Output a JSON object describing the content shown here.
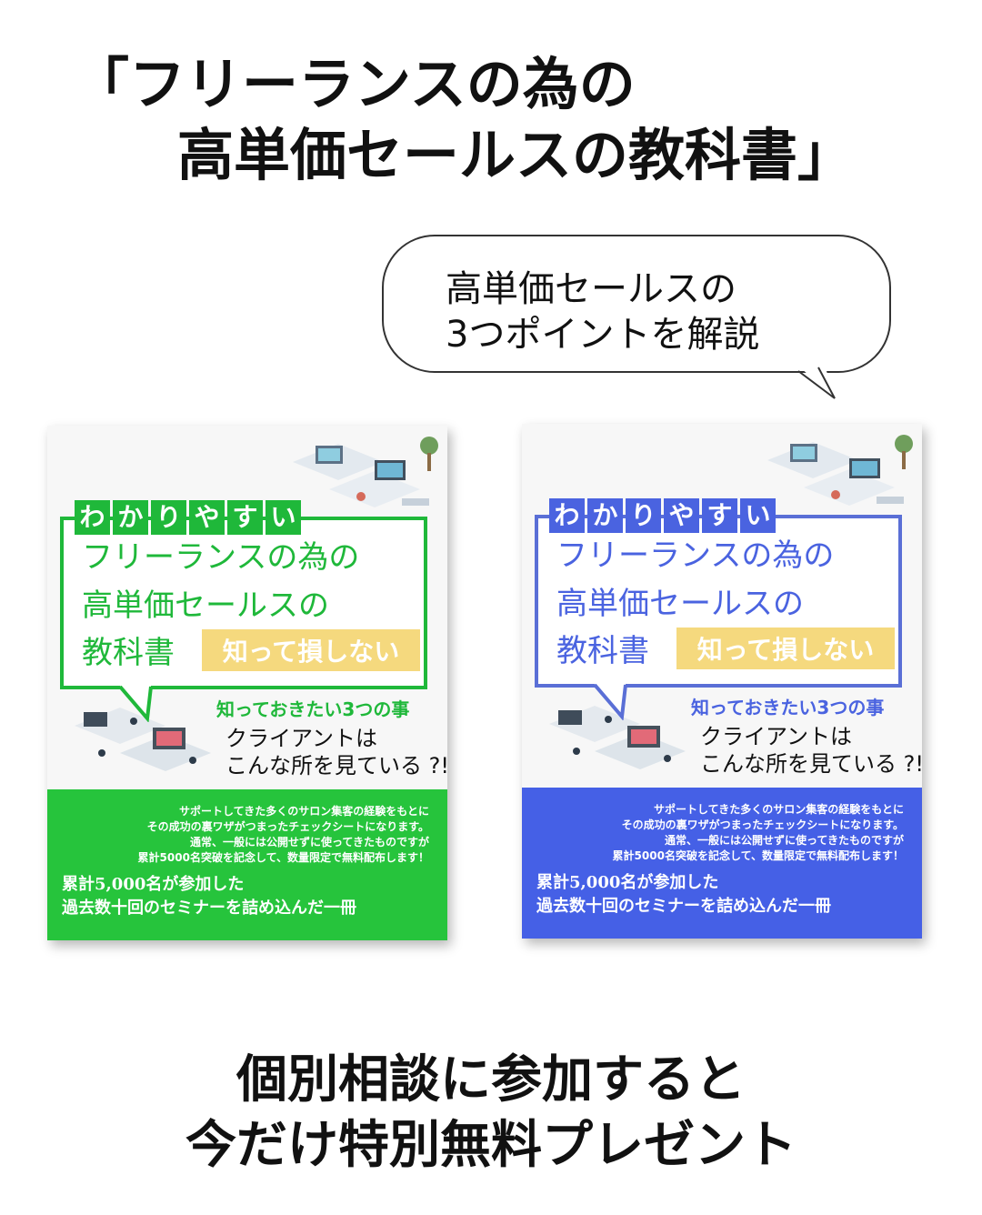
{
  "headline": {
    "line1": "「フリーランスの為の",
    "line2": "高単価セールスの教科書」"
  },
  "bubble": {
    "line1": "高単価セールスの",
    "line2": "3つポイントを解説"
  },
  "book_cover": {
    "badge_chars": [
      "わ",
      "か",
      "り",
      "や",
      "す",
      "い"
    ],
    "title_line1": "フリーランスの為の",
    "title_line2": "高単価セールスの",
    "title_line3": "教科書",
    "tag": "知って損しない",
    "points": "知っておきたい3つの事",
    "client_line1": "クライアントは",
    "client_line2": "こんな所を見ている ?!",
    "desc_lines": [
      "サポートしてきた多くのサロン集客の経験をもとに",
      "その成功の裏ワザがつまったチェックシートになります。",
      "通常、一般には公開せずに使ってきたものですが",
      "累計5000名突破を記念して、数量限定で無料配布します！"
    ],
    "bottom_line1": "累計5,000名が参加した",
    "bottom_line2": "過去数十回のセミナーを詰め込んだ一冊"
  },
  "colors": {
    "green_accent": "#1fb83a",
    "blue_accent": "#4a63e0",
    "tag_bg": "#f5d97e"
  },
  "footer": {
    "line1": "個別相談に参加すると",
    "line2": "今だけ特別無料プレゼント"
  }
}
